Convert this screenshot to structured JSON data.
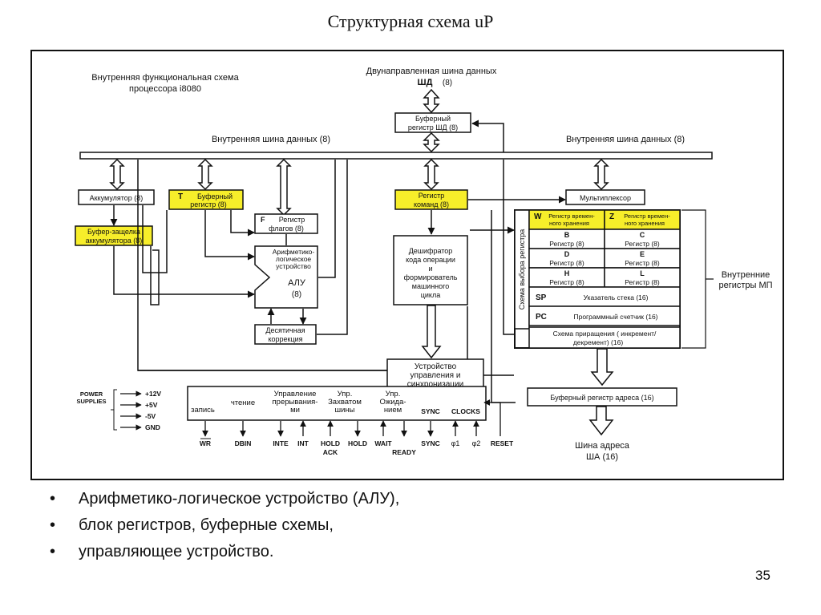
{
  "slide": {
    "title": "Структурная схема uP",
    "page_number": "35",
    "bullets": [
      "Арифметико-логическое устройство (АЛУ),",
      "блок регистров, буферные схемы,",
      "управляющее устройство."
    ]
  },
  "diagram": {
    "caption_line1": "Внутренняя функциональная схема",
    "caption_line2": "процессора i8080",
    "bidir_bus_line1": "Двунаправленная шина данных",
    "bidir_bus_line2": "ШД",
    "bidir_bus_width": "(8)",
    "buffer_reg_line1": "Буферный",
    "buffer_reg_line2": "регистр ШД (8)",
    "internal_bus_left": "Внутренняя шина данных   (8)",
    "internal_bus_right": "Внутренняя шина данных   (8)",
    "accumulator": "Аккумулятор (8)",
    "t_letter": "T",
    "t_buffer_line1": "Буферный",
    "t_buffer_line2": "регистр (8)",
    "acc_latch_line1": "Буфер-защелка",
    "acc_latch_line2": "аккумулятора (8)",
    "flags_letter": "F",
    "flags_line1": "Регистр",
    "flags_line2": "флагов (8)",
    "alu_line1": "Арифметико-",
    "alu_line2": "логическое",
    "alu_line3": "устройство",
    "alu_line4": "АЛУ",
    "alu_line5": "(8)",
    "decimal_line1": "Десятичная",
    "decimal_line2": "коррекция",
    "cmd_reg_line1": "Регистр",
    "cmd_reg_line2": "команд (8)",
    "decoder_lines": [
      "Дешифратор",
      "кода операции",
      "и",
      "формирователь",
      "машинного",
      "цикла"
    ],
    "multiplexer": "Мультиплексор",
    "reg_select": "Схема выбора регистра",
    "w_letter": "W",
    "w_text_line1": "Регистр времен-",
    "w_text_line2": "ного хранения",
    "z_letter": "Z",
    "z_text_line1": "Регистр времен-",
    "z_text_line2": "ного хранения",
    "reg_b": "B",
    "reg_c": "C",
    "reg_d": "D",
    "reg_e": "E",
    "reg_h": "H",
    "reg_l": "L",
    "reg_text": "Регистр  (8)",
    "sp_letter": "SP",
    "sp_text": "Указатель стека          (16)",
    "pc_letter": "PC",
    "pc_text": "Программный счетчик    (16)",
    "incdec_line1": "Схема приращения ( инкремент/",
    "incdec_line2": "декремент)     (16)",
    "internal_regs_line1": "Внутренние",
    "internal_regs_line2": "регистры МП",
    "control_line1": "Устройство",
    "control_line2": "управления и",
    "control_line3": "синхронизации",
    "addr_buffer": "Буферный регистр адреса   (16)",
    "addr_bus_line1": "Шина адреса",
    "addr_bus_line2": "ША  (16)",
    "power_line1": "POWER",
    "power_line2": "SUPPLIES",
    "power_items": [
      "+12V",
      "+5V",
      "-5V",
      "GND"
    ],
    "ctrl_write": "запись",
    "ctrl_read": "чтение",
    "ctrl_interrupt_line1": "Управление",
    "ctrl_interrupt_line2": "прерывания-",
    "ctrl_interrupt_line3": "ми",
    "ctrl_hold_line1": "Упр.",
    "ctrl_hold_line2": "Захватом",
    "ctrl_hold_line3": "шины",
    "ctrl_wait_line1": "Упр.",
    "ctrl_wait_line2": "Ожида-",
    "ctrl_wait_line3": "нием",
    "ctrl_sync": "SYNC",
    "ctrl_clocks": "CLOCKS",
    "pin_wr": "WR",
    "pin_dbin": "DBIN",
    "pin_inte": "INTE",
    "pin_int": "INT",
    "pin_hold_line1": "HOLD",
    "pin_hold_line2": "ACK",
    "pin_hold": "HOLD",
    "pin_wait": "WAIT",
    "pin_ready": "READY",
    "pin_sync": "SYNC",
    "pin_phi1": "φ1",
    "pin_phi2": "φ2",
    "pin_reset": "RESET"
  },
  "colors": {
    "highlight": "#f7ee2a",
    "line": "#111111",
    "background": "#ffffff"
  }
}
